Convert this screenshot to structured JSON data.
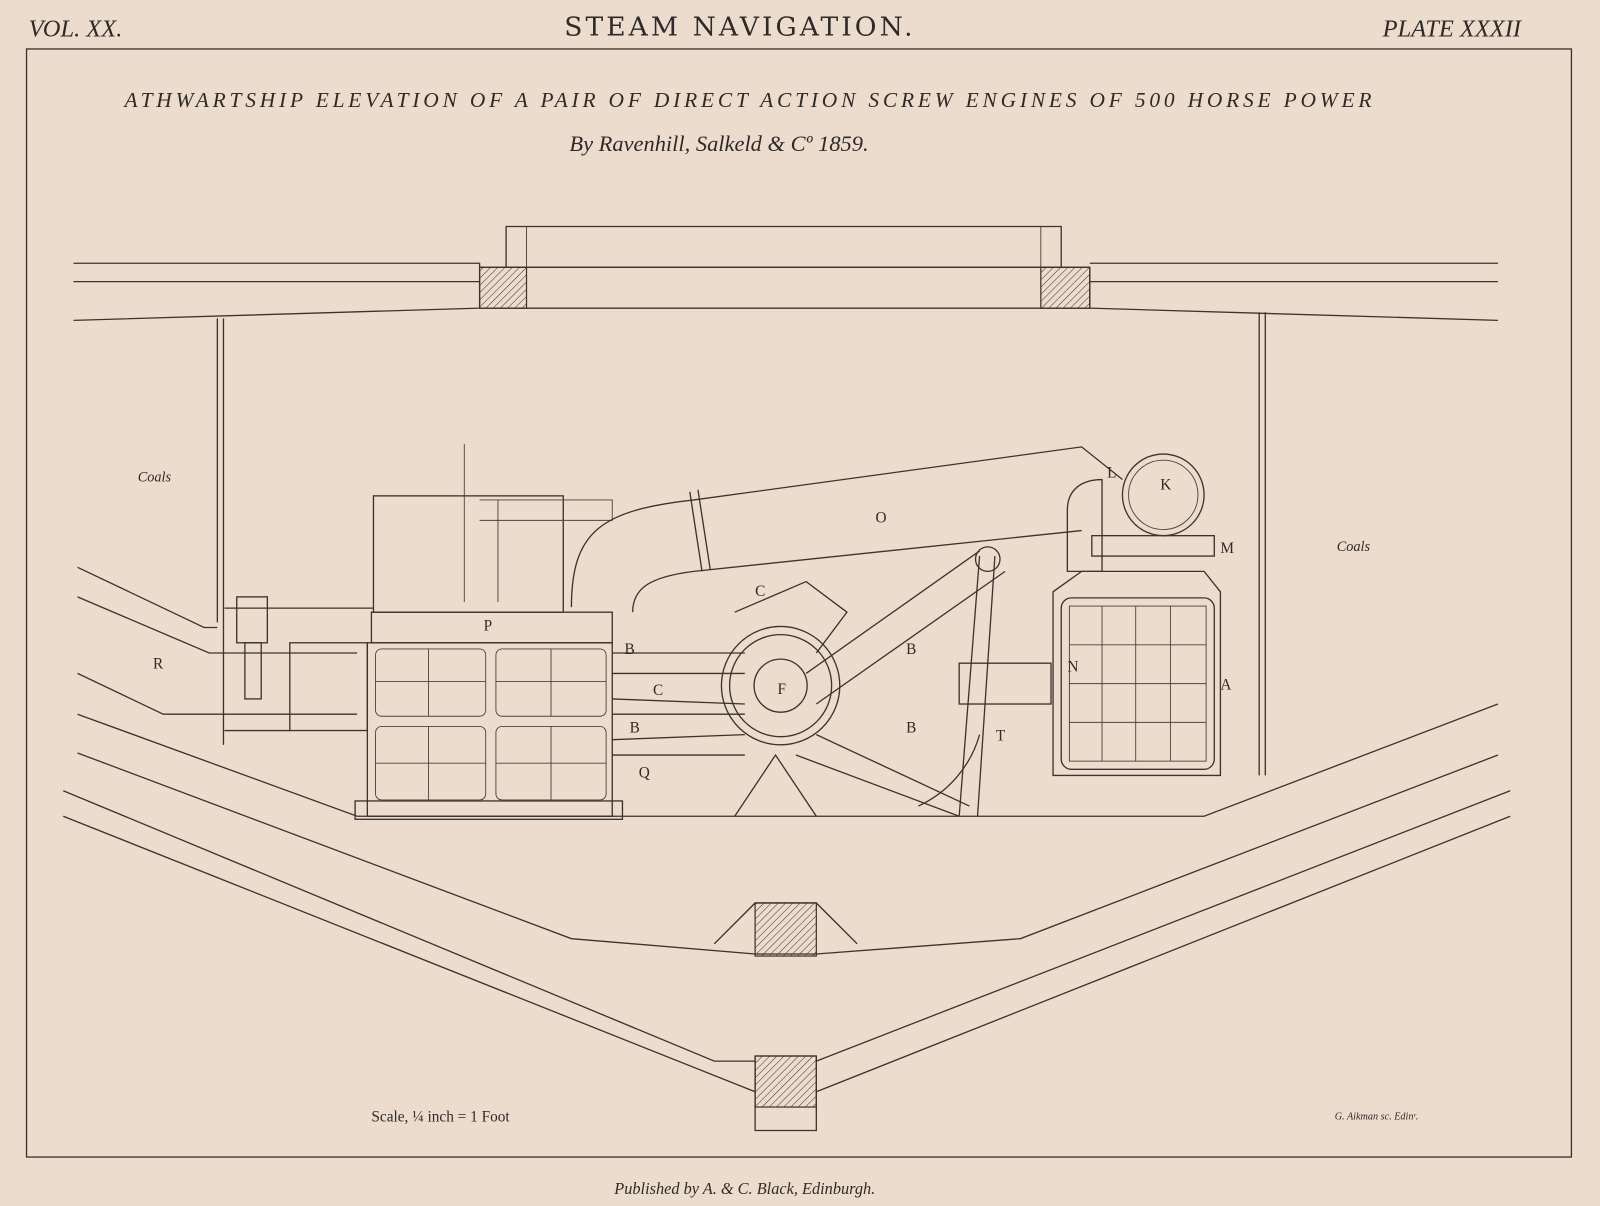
{
  "header": {
    "volume": "VOL. XX.",
    "title": "STEAM NAVIGATION.",
    "plate": "PLATE XXXII"
  },
  "caption": {
    "line1": "ATHWARTSHIP ELEVATION OF A PAIR OF DIRECT ACTION SCREW ENGINES OF 500 HORSE POWER",
    "line2": "By Ravenhill, Salkeld & Cº 1859."
  },
  "labels": {
    "coals_left": "Coals",
    "coals_right": "Coals",
    "R": "R",
    "P": "P",
    "O": "O",
    "K": "K",
    "L": "L",
    "M": "M",
    "N": "N",
    "A": "A",
    "C_top": "C",
    "C_mid": "C",
    "F": "F",
    "B1": "B",
    "B2": "B",
    "B3": "B",
    "B4": "B",
    "Q": "Q",
    "T": "T"
  },
  "footer": {
    "scale": "Scale, ¼ inch = 1 Foot",
    "engraver": "G. Aikman sc. Edinʳ.",
    "publisher": "Published by A. & C. Black, Edinburgh."
  }
}
